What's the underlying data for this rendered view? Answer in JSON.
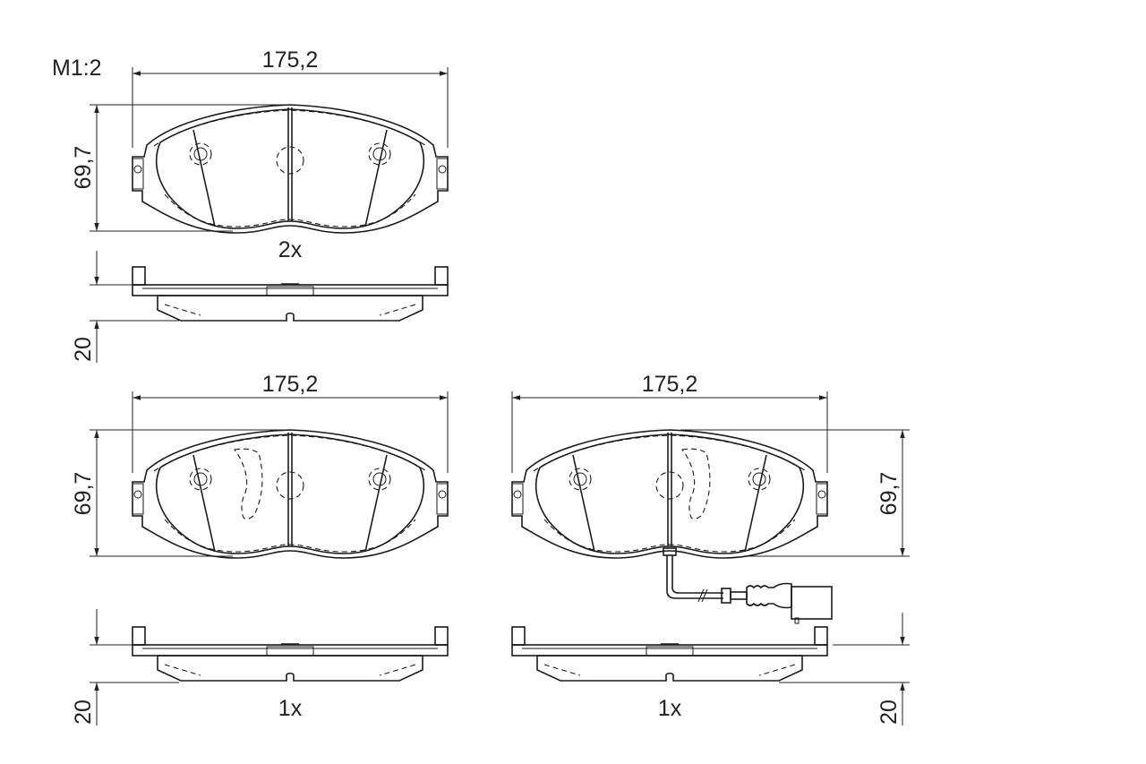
{
  "scale_label": "M1:2",
  "colors": {
    "friction_fill": "#aab0b9",
    "plate_fill": "#ffffff",
    "line": "#1a1a1a"
  },
  "pads": [
    {
      "width_label": "175,2",
      "height_label": "69,7",
      "thickness_label": "20",
      "quantity_label": "2x",
      "wear_sensor": false,
      "wear_groove": false
    },
    {
      "width_label": "175,2",
      "height_label": "69,7",
      "thickness_label": "20",
      "quantity_label": "1x",
      "wear_sensor": false,
      "wear_groove": true
    },
    {
      "width_label": "175,2",
      "height_label": "69,7",
      "thickness_label": "20",
      "quantity_label": "1x",
      "wear_sensor": true,
      "wear_groove": true
    }
  ]
}
